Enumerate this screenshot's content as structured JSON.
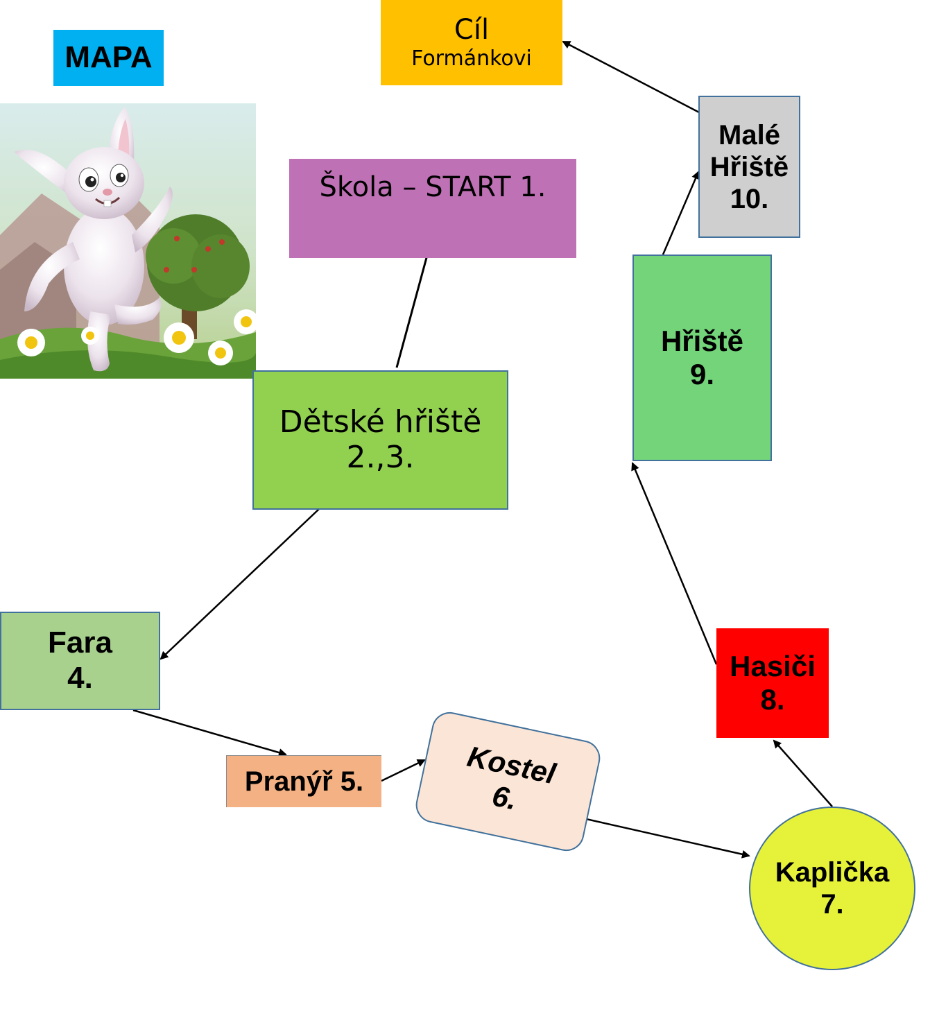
{
  "title": "MAPA",
  "nodes": {
    "goal": {
      "line1": "Cíl",
      "line2": "Formánkovi"
    },
    "start": {
      "label": "Škola – START 1."
    },
    "detske": {
      "line1": "Dětské hřiště",
      "line2": "2.,3."
    },
    "fara": {
      "line1": "Fara",
      "line2": "4."
    },
    "pranyr": {
      "label": "Pranýř 5."
    },
    "kostel": {
      "line1": "Kostel",
      "line2": "6."
    },
    "kaplicka": {
      "line1": "Kaplička",
      "line2": "7."
    },
    "hasici": {
      "line1": "Hasiči",
      "line2": "8."
    },
    "hriste": {
      "line1": "Hřiště",
      "line2": "9."
    },
    "male": {
      "line1": "Malé",
      "line2": "Hřiště",
      "line3": "10."
    }
  },
  "colors": {
    "title": "#00b0f0",
    "goal": "#ffc000",
    "start": "#bf71b5",
    "detske": "#92d050",
    "fara": "#a9d18e",
    "pranyr": "#f4b183",
    "kostel": "#fbe5d6",
    "kaplicka": "#e6f13a",
    "hasici": "#ff0000",
    "hriste": "#73d47a",
    "male": "#cfcfcf"
  },
  "image": {
    "subject": "cartoon-bunny-with-flowers"
  }
}
